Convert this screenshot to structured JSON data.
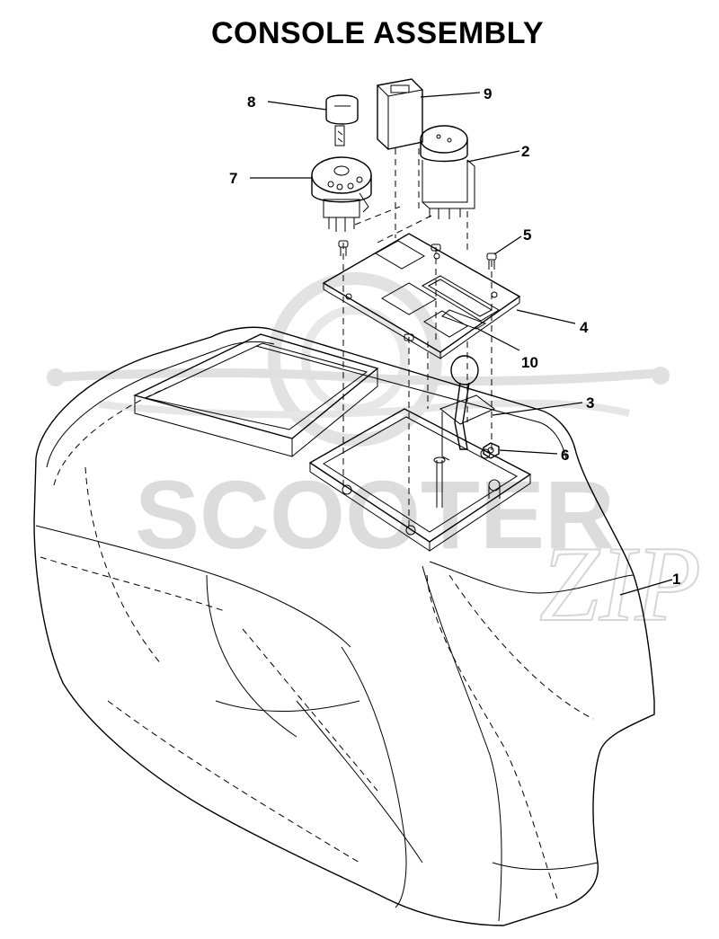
{
  "title": "CONSOLE ASSEMBLY",
  "watermark": {
    "text": "SCOOTER",
    "script": "ZIP"
  },
  "callouts": [
    "1",
    "2",
    "3",
    "4",
    "5",
    "6",
    "7",
    "8",
    "9",
    "10"
  ],
  "colors": {
    "line": "#000000",
    "watermark": "#d9d9d9",
    "background": "#ffffff"
  }
}
